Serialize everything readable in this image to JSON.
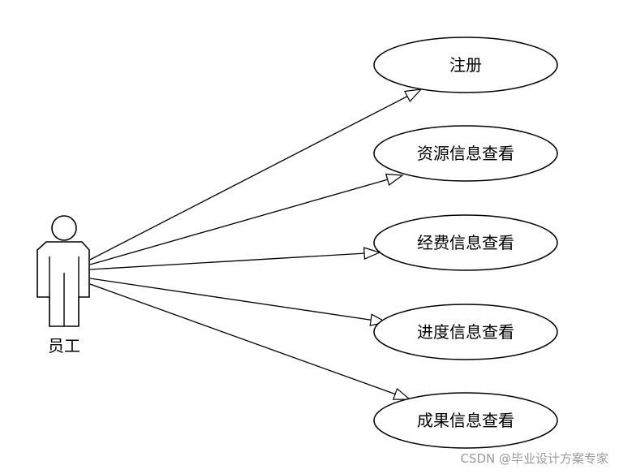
{
  "actor": {
    "label": "员工"
  },
  "use_cases": [
    {
      "label": "注册"
    },
    {
      "label": "资源信息查看"
    },
    {
      "label": "经费信息查看"
    },
    {
      "label": "进度信息查看"
    },
    {
      "label": "成果信息查看"
    }
  ],
  "watermark": "CSDN @毕业设计方案专家"
}
